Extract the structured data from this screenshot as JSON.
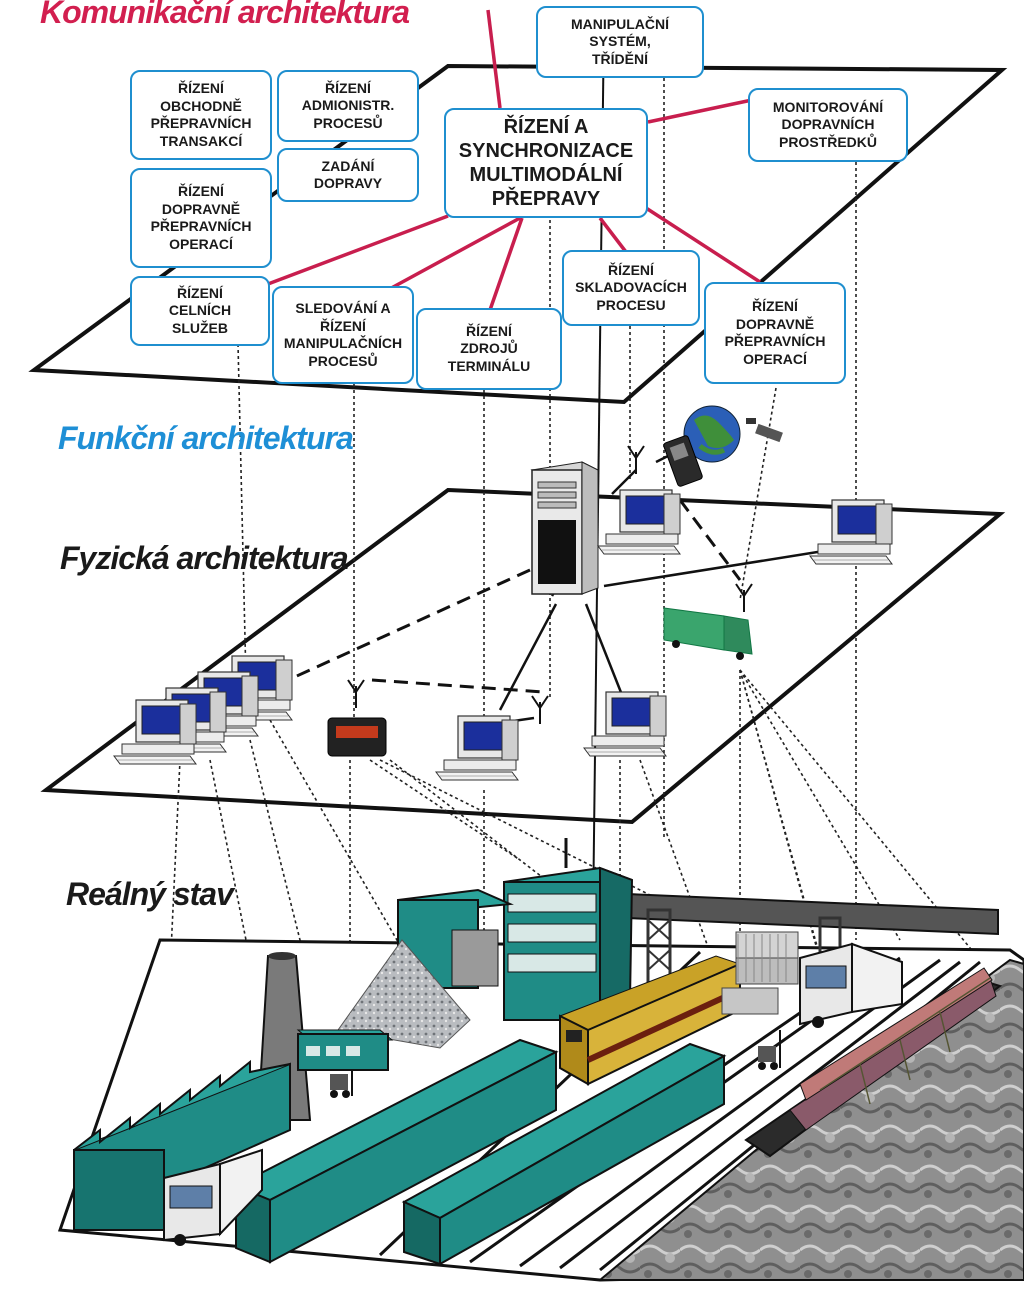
{
  "layers": {
    "communication": "Komunikační architektura",
    "functional": "Funkční architektura",
    "physical": "Fyzická architektura",
    "real": "Reálný stav"
  },
  "colors": {
    "communication_title": "#d21f4f",
    "functional_title": "#1e8fd6",
    "other_titles": "#1a1a1a",
    "box_border": "#1f8fcf",
    "link_lines": "#c81e4e",
    "teal_buildings": "#1f8c86",
    "monitor_screen": "#1b2f9c"
  },
  "boxes": {
    "manipulacni": "MANIPULAČNÍ\nSYSTÉM,\nTŘÍDĚNÍ",
    "obchodne": "ŘÍZENÍ\nOBCHODNĚ\nPŘEPRAVNÍCH\nTRANSAKCÍ",
    "admin": "ŘÍZENÍ\nADMIONISTR.\nPROCESŮ",
    "zadani": "ZADÁNÍ\nDOPRAVY",
    "dopravne_left": "ŘÍZENÍ\nDOPRAVNĚ\nPŘEPRAVNÍCH\nOPERACÍ",
    "central": "ŘÍZENÍ A\nSYNCHRONIZACE\nMULTIMODÁLNÍ\nPŘEPRAVY",
    "monitorovani": "MONITOROVÁNÍ\nDOPRAVNÍCH\nPROSTŘEDKŮ",
    "celni": "ŘÍZENÍ\nCELNÍCH\nSLUŽEB",
    "sledovani": "SLEDOVÁNÍ A\nŘÍZENÍ\nMANIPULAČNÍCH\nPROCESŮ",
    "zdroju": "ŘÍZENÍ\nZDROJŮ\nTERMINÁLU",
    "skladovacich": "ŘÍZENÍ\nSKLADOVACÍCH\nPROCESU",
    "dopravne_right": "ŘÍZENÍ\nDOPRAVNĚ\nPŘEPRAVNÍCH\nOPERACÍ"
  },
  "icons": [
    "server-icon",
    "computer-terminal-icon",
    "globe-icon",
    "satellite-icon",
    "mobile-phone-icon",
    "antenna-icon",
    "pager-icon",
    "truck-icon",
    "locomotive-icon",
    "container-barge-icon",
    "forklift-icon",
    "warehouse-icon",
    "chimney-icon",
    "gravel-pile-icon",
    "crane-icon"
  ]
}
